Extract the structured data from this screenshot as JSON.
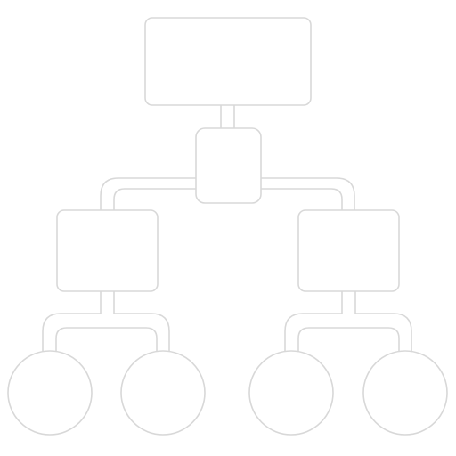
{
  "diagram": {
    "icon": "hierarchy-tree-icon",
    "style": "outline",
    "colors": {
      "background": "#ffffff",
      "stroke": "#d8d8d8",
      "fill": "#ffffff"
    },
    "nodes": [
      {
        "id": "root",
        "shape": "rounded-rect",
        "level": 0
      },
      {
        "id": "hub",
        "shape": "rounded-rect",
        "level": 1
      },
      {
        "id": "left-branch",
        "shape": "rounded-rect",
        "level": 2
      },
      {
        "id": "right-branch",
        "shape": "rounded-rect",
        "level": 2
      },
      {
        "id": "leaf-1",
        "shape": "circle",
        "level": 3
      },
      {
        "id": "leaf-2",
        "shape": "circle",
        "level": 3
      },
      {
        "id": "leaf-3",
        "shape": "circle",
        "level": 3
      },
      {
        "id": "leaf-4",
        "shape": "circle",
        "level": 3
      }
    ],
    "edges": [
      [
        "root",
        "hub"
      ],
      [
        "hub",
        "left-branch"
      ],
      [
        "hub",
        "right-branch"
      ],
      [
        "left-branch",
        "leaf-1"
      ],
      [
        "left-branch",
        "leaf-2"
      ],
      [
        "right-branch",
        "leaf-3"
      ],
      [
        "right-branch",
        "leaf-4"
      ]
    ]
  }
}
